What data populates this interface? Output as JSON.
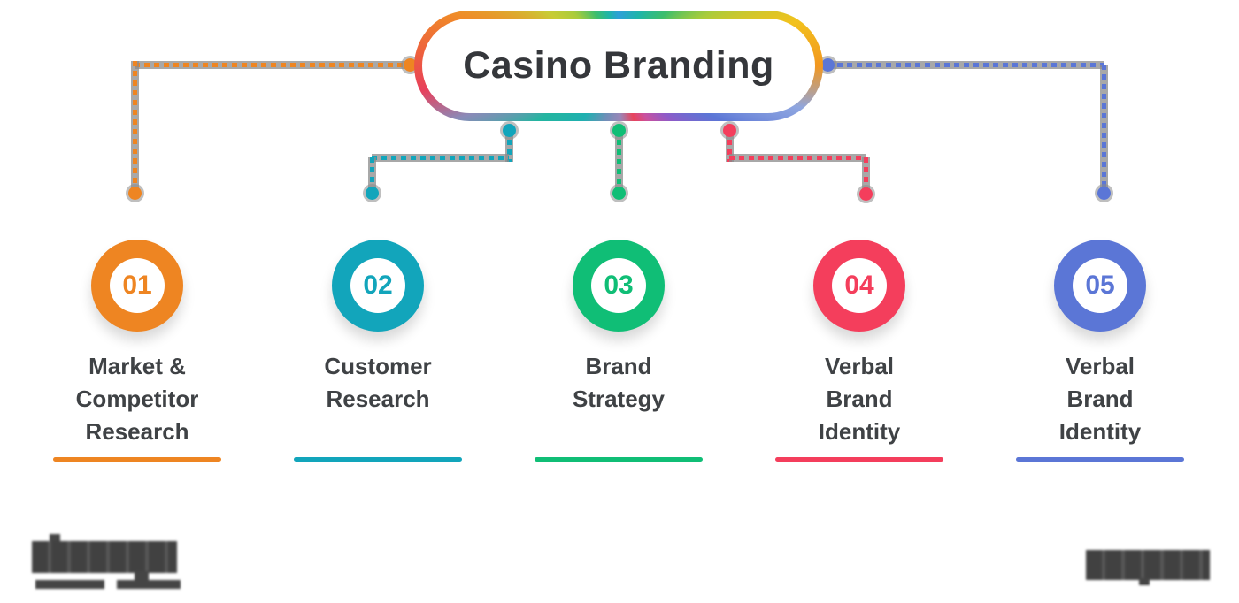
{
  "diagram": {
    "title": "Casino Branding",
    "cards": [
      {
        "number": "01",
        "label": "Market &\nCompetitor\nResearch",
        "color": "#EE8522"
      },
      {
        "number": "02",
        "label": "Customer\nResearch",
        "color": "#12A5BB"
      },
      {
        "number": "03",
        "label": "Brand\nStrategy",
        "color": "#10BE76"
      },
      {
        "number": "04",
        "label": "Verbal\nBrand\nIdentity",
        "color": "#F43E5C"
      },
      {
        "number": "05",
        "label": "Verbal\nBrand\nIdentity",
        "color": "#5B76D6"
      }
    ],
    "connectors": [
      {
        "from": "center-node",
        "to": "card-01",
        "style": "dashed",
        "color": "#EE8522"
      },
      {
        "from": "center-node",
        "to": "card-02",
        "style": "dashed",
        "color": "#12A5BB"
      },
      {
        "from": "center-node",
        "to": "card-03",
        "style": "dashed",
        "color": "#10BE76"
      },
      {
        "from": "center-node",
        "to": "card-04",
        "style": "dashed",
        "color": "#F43E5C"
      },
      {
        "from": "center-node",
        "to": "card-05",
        "style": "dashed",
        "color": "#5B76D6"
      }
    ],
    "footer": {
      "left_logo": "blurred brand logo",
      "right_logo": "blurred brand logo"
    },
    "text_color": "#3F4245",
    "ink_color": "#1d1d1d"
  }
}
